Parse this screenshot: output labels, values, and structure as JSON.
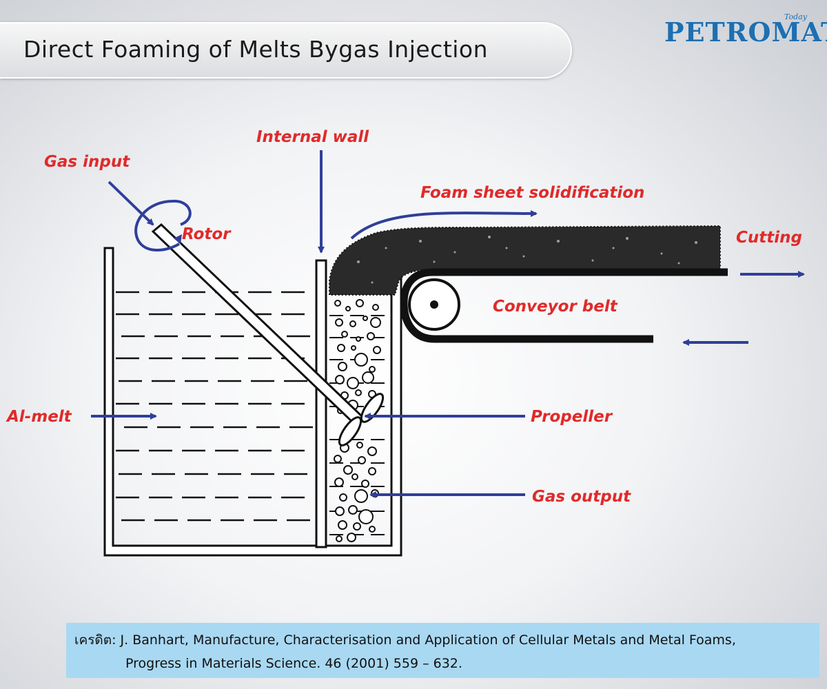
{
  "title": "Direct Foaming of Melts Bygas Injection",
  "logo": {
    "text": "PETROMAT",
    "sub": "Today"
  },
  "labels": {
    "gas_input": "Gas input",
    "rotor": "Rotor",
    "internal_wall": "Internal wall",
    "foam_sheet": "Foam sheet solidification",
    "cutting": "Cutting",
    "conveyor_belt": "Conveyor belt",
    "al_melt": "Al-melt",
    "propeller": "Propeller",
    "gas_output": "Gas output"
  },
  "colors": {
    "label": "#e02a2a",
    "arrow": "#2f3f9a",
    "credit_bg": "#a9d8f2"
  },
  "credit": {
    "line1": "เครดิต: J. Banhart, Manufacture, Characterisation and Application of Cellular Metals and Metal Foams,",
    "line2": "Progress in Materials Science. 46 (2001) 559 – 632."
  }
}
